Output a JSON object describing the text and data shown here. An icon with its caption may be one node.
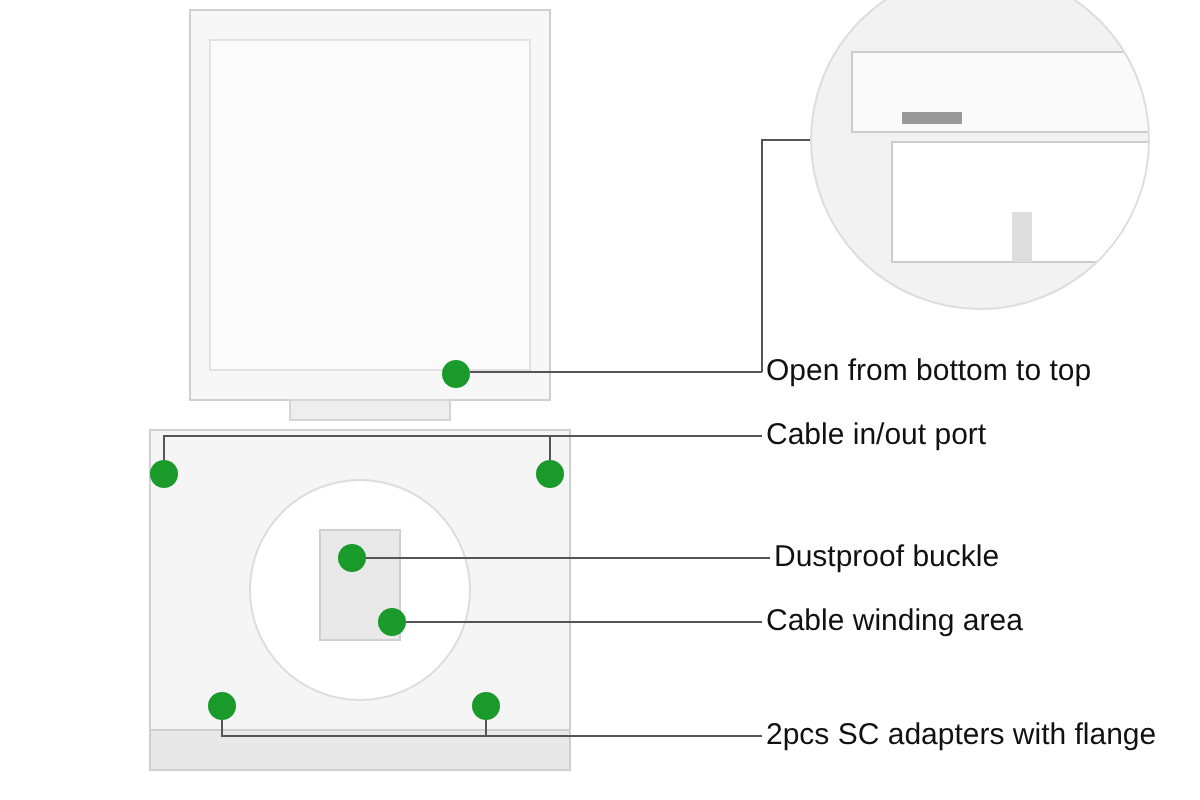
{
  "diagram": {
    "nodes": [
      {
        "text": [],
        "shape": "picture"
      },
      {
        "text": [],
        "shape": "picture"
      },
      {
        "text": [],
        "shape": "circle",
        "in": 0
      },
      {
        "text": [],
        "shape": "circle",
        "in": 0
      },
      {
        "text": [],
        "shape": "circle",
        "in": 0
      },
      {
        "text": [],
        "shape": "circle",
        "in": 0
      },
      {
        "text": [],
        "shape": "circle",
        "in": 0
      },
      {
        "text": [],
        "shape": "circle",
        "in": 0
      },
      {
        "text": [],
        "shape": "circle",
        "in": 0
      },
      {
        "text": [
          "Open from bottom to top"
        ]
      },
      {
        "text": [
          "Cable in/out port"
        ]
      },
      {
        "text": [
          "Dustproof buckle"
        ]
      },
      {
        "text": [
          "Cable winding area"
        ]
      },
      {
        "text": [
          "2pcs SC adapters with flange"
        ]
      }
    ],
    "edges": [
      {
        "from": 9,
        "to": 2,
        "arrow": "none"
      },
      {
        "from": 9,
        "to": 1,
        "arrow": "none"
      },
      {
        "from": 10,
        "to": 3,
        "arrow": "none"
      },
      {
        "from": 10,
        "to": 4,
        "arrow": "none"
      },
      {
        "from": 11,
        "to": 5,
        "arrow": "none"
      },
      {
        "from": 12,
        "to": 6,
        "arrow": "none"
      },
      {
        "from": 13,
        "to": 7,
        "arrow": "none"
      },
      {
        "from": 13,
        "to": 8,
        "arrow": "none"
      }
    ]
  }
}
